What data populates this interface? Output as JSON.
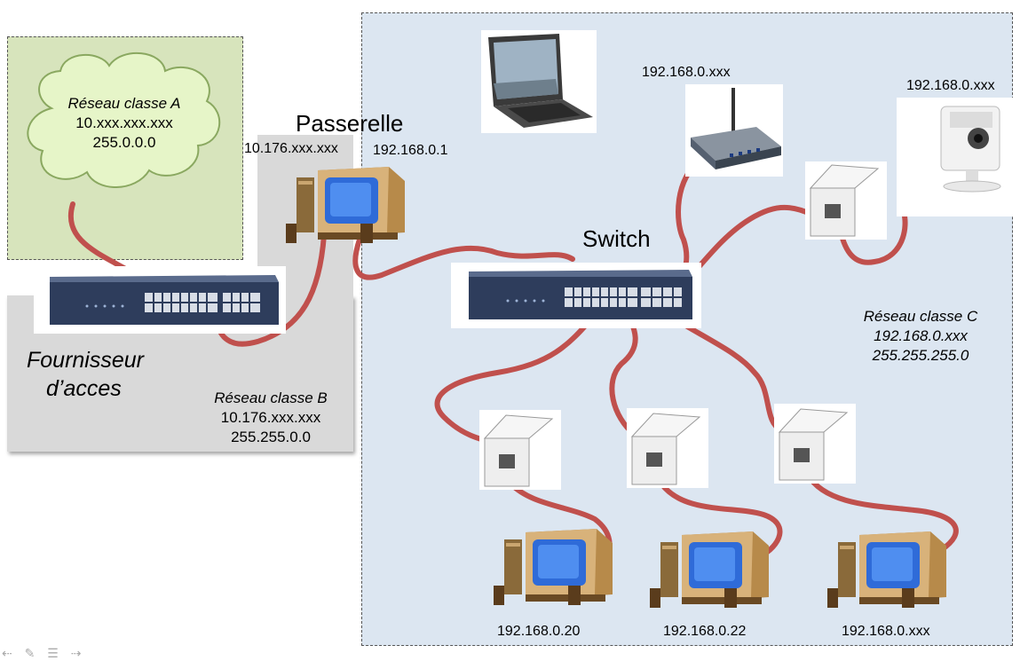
{
  "labels": {
    "passerelle": "Passerelle",
    "switch": "Switch",
    "gw_left_ip": "10.176.xxx.xxx",
    "gw_right_ip": "192.168.0.1",
    "ap_ip": "192.168.0.xxx",
    "camera_ip": "192.168.0.xxx",
    "pc1_ip": "192.168.0.20",
    "pc2_ip": "192.168.0.22",
    "pc3_ip": "192.168.0.xxx",
    "isp_line1": "Fournisseur",
    "isp_line2": "d’acces"
  },
  "networks": {
    "a": {
      "name": "Réseau classe A",
      "address": "10.xxx.xxx.xxx",
      "mask": "255.0.0.0"
    },
    "b": {
      "name": "Réseau classe B",
      "address": "10.176.xxx.xxx",
      "mask": "255.255.0.0"
    },
    "c": {
      "name": "Réseau classe C",
      "address": "192.168.0.xxx",
      "mask": "255.255.255.0"
    }
  },
  "colors": {
    "zone_a": "#d7e4bc",
    "zone_b": "#d9d9d9",
    "zone_c": "#dce6f1",
    "cable": "#c0504d",
    "cloud": "#e6f5c8"
  },
  "icons": [
    "cloud-icon",
    "switch-icon",
    "computer-icon",
    "laptop-icon",
    "wifi-router-icon",
    "ip-camera-icon",
    "wall-socket-icon"
  ]
}
